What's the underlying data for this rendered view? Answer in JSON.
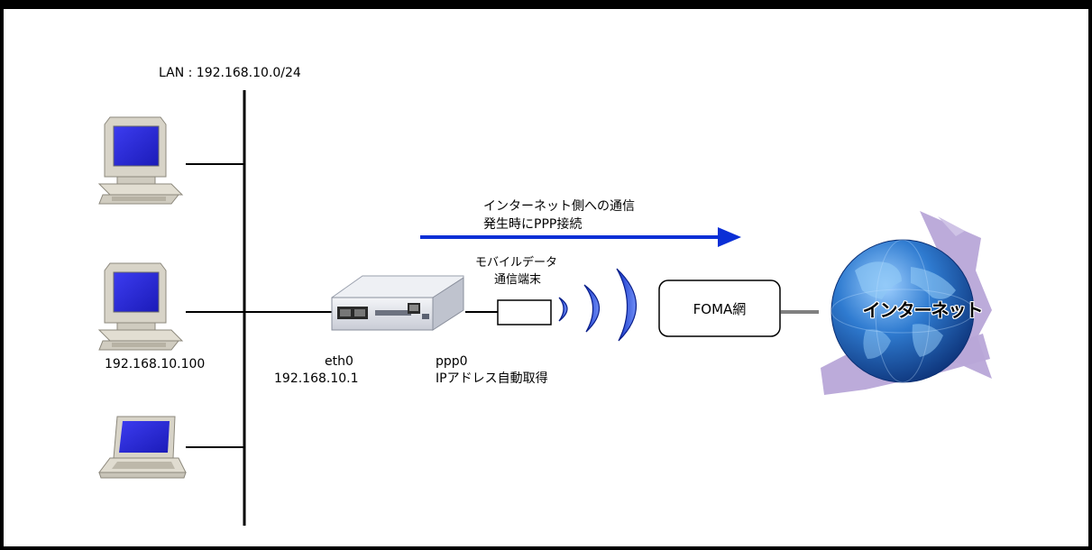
{
  "lan": {
    "label": "LAN : 192.168.10.0/24"
  },
  "hosts": {
    "pc2_ip": "192.168.10.100"
  },
  "router": {
    "eth_if": "eth0",
    "eth_ip": "192.168.10.1",
    "ppp_if": "ppp0",
    "ppp_ip": "IPアドレス自動取得"
  },
  "flow": {
    "line1": "インターネット側への通信",
    "line2": "発生時にPPP接続"
  },
  "mobile": {
    "line1": "モバイルデータ",
    "line2": "通信端末"
  },
  "foma": {
    "label": "FOMA網"
  },
  "internet": {
    "label": "インターネット"
  },
  "colors": {
    "arrow": "#0a2fd6",
    "screen": "#2a2ad8",
    "wave": "#2f55e0",
    "cloud": "#b8a6d8",
    "globe": "#1a5aa8"
  }
}
